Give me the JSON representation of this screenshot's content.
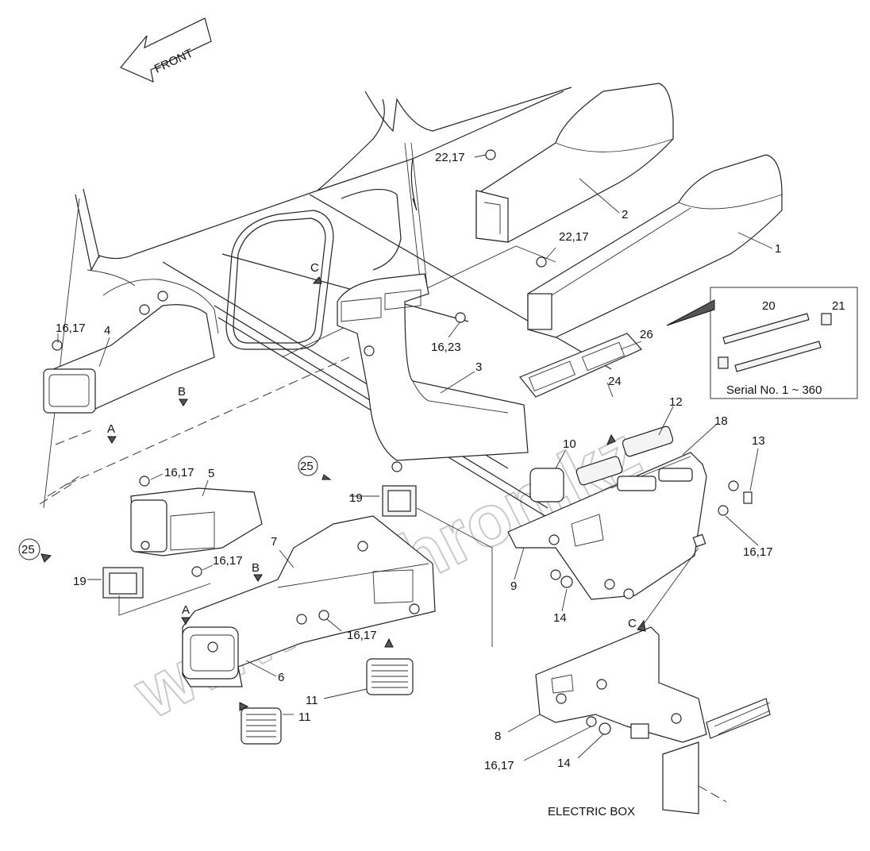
{
  "orientation": {
    "front_label": "FRONT"
  },
  "inset": {
    "caption": "Serial No. 1 ~ 360",
    "labels": [
      "20",
      "21"
    ]
  },
  "callouts": [
    {
      "id": "c-22-17-top",
      "text": "22,17"
    },
    {
      "id": "c-2",
      "text": "2"
    },
    {
      "id": "c-22-17-mid",
      "text": "22,17"
    },
    {
      "id": "c-1",
      "text": "1"
    },
    {
      "id": "c-c-top",
      "text": "C"
    },
    {
      "id": "c-16-17-left",
      "text": "16,17"
    },
    {
      "id": "c-4",
      "text": "4"
    },
    {
      "id": "c-16-23",
      "text": "16,23"
    },
    {
      "id": "c-3",
      "text": "3"
    },
    {
      "id": "c-26",
      "text": "26"
    },
    {
      "id": "c-24",
      "text": "24"
    },
    {
      "id": "c-12",
      "text": "12"
    },
    {
      "id": "c-18",
      "text": "18"
    },
    {
      "id": "c-13",
      "text": "13"
    },
    {
      "id": "c-b-left",
      "text": "B"
    },
    {
      "id": "c-a-left",
      "text": "A"
    },
    {
      "id": "c-10",
      "text": "10"
    },
    {
      "id": "c-16-17-5",
      "text": "16,17"
    },
    {
      "id": "c-5",
      "text": "5"
    },
    {
      "id": "c-25-mid",
      "text": "25"
    },
    {
      "id": "c-19-mid",
      "text": "19"
    },
    {
      "id": "c-16-17-right",
      "text": "16,17"
    },
    {
      "id": "c-25-left",
      "text": "25"
    },
    {
      "id": "c-19-left",
      "text": "19"
    },
    {
      "id": "c-7",
      "text": "7"
    },
    {
      "id": "c-16-17-6",
      "text": "16,17"
    },
    {
      "id": "c-b-low",
      "text": "B"
    },
    {
      "id": "c-9",
      "text": "9"
    },
    {
      "id": "c-14-mid",
      "text": "14"
    },
    {
      "id": "c-a-low",
      "text": "A"
    },
    {
      "id": "c-16-17-7",
      "text": "16,17"
    },
    {
      "id": "c-c-low",
      "text": "C"
    },
    {
      "id": "c-6",
      "text": "6"
    },
    {
      "id": "c-11-a",
      "text": "11"
    },
    {
      "id": "c-11-b",
      "text": "11"
    },
    {
      "id": "c-8",
      "text": "8"
    },
    {
      "id": "c-16-17-bottom",
      "text": "16,17"
    },
    {
      "id": "c-14-bottom",
      "text": "14"
    },
    {
      "id": "c-electric-box",
      "text": "ELECTRIC BOX"
    }
  ],
  "watermark": {
    "text": "www.sinhron.kz"
  }
}
